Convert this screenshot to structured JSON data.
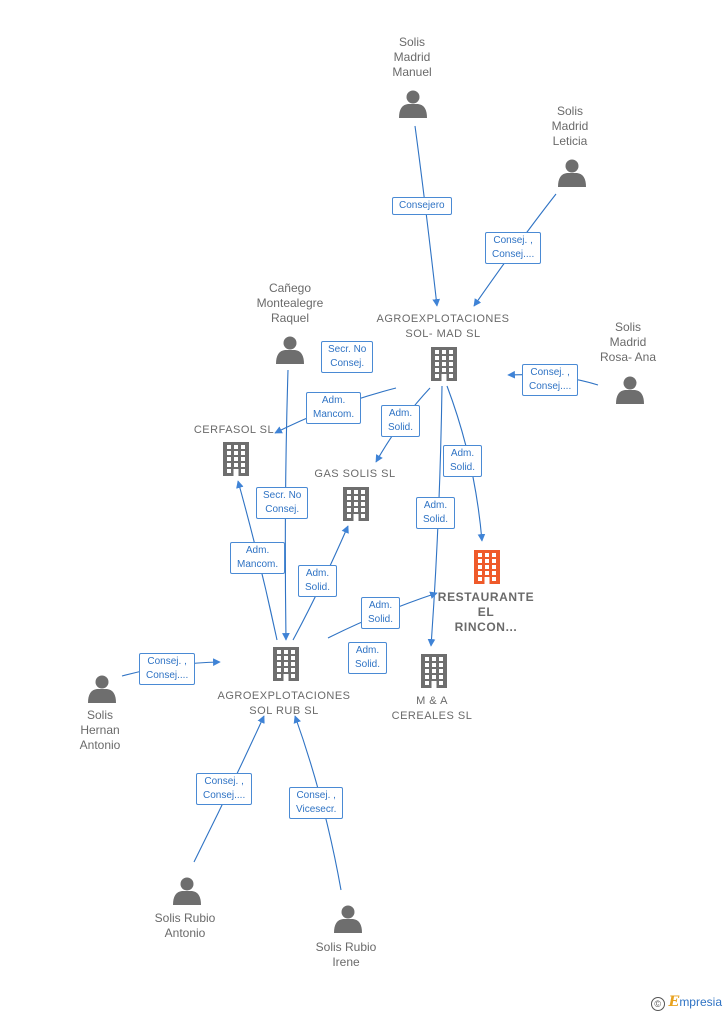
{
  "colors": {
    "edge": "#2f73c4",
    "person": "#6e6e6e",
    "company": "#6e6e6e",
    "focus": "#ef5a2a"
  },
  "nodes": [
    {
      "id": "madrid_manuel",
      "kind": "person",
      "label": "Solis\nMadrid\nManuel"
    },
    {
      "id": "madrid_leticia",
      "kind": "person",
      "label": "Solis\nMadrid\nLeticia"
    },
    {
      "id": "canego",
      "kind": "person",
      "label": "Cañego\nMontealegre\nRaquel"
    },
    {
      "id": "rosa_ana",
      "kind": "person",
      "label": "Solis\nMadrid\nRosa- Ana"
    },
    {
      "id": "hernan",
      "kind": "person",
      "label": "Solis\nHernan\nAntonio"
    },
    {
      "id": "rubio_antonio",
      "kind": "person",
      "label": "Solis Rubio\nAntonio"
    },
    {
      "id": "rubio_irene",
      "kind": "person",
      "label": "Solis Rubio\nIrene"
    },
    {
      "id": "agro_mad",
      "kind": "company",
      "label": "AGROEXPLOTACIONES\nSOL- MAD  SL"
    },
    {
      "id": "cerfasol",
      "kind": "company",
      "label": "CERFASOL SL"
    },
    {
      "id": "gas_solis",
      "kind": "company",
      "label": "GAS SOLIS  SL"
    },
    {
      "id": "restaurante",
      "kind": "focus",
      "label": "RESTAURANTE\nEL\nRINCON..."
    },
    {
      "id": "agro_rub",
      "kind": "company",
      "label": "AGROEXPLOTACIONES\nSOL RUB  SL"
    },
    {
      "id": "mya",
      "kind": "company",
      "label": "M & A\nCEREALES  SL"
    }
  ],
  "edges": [
    {
      "from": "madrid_manuel",
      "to": "agro_mad",
      "label": "Consejero"
    },
    {
      "from": "madrid_leticia",
      "to": "agro_mad",
      "label": "Consej. ,\nConsej...."
    },
    {
      "from": "rosa_ana",
      "to": "agro_mad",
      "label": "Consej. ,\nConsej...."
    },
    {
      "from": "canego",
      "to": "agro_rub",
      "label": "Secr.  No\nConsej."
    },
    {
      "from": "agro_mad",
      "to": "cerfasol",
      "label": "Adm.\nMancom."
    },
    {
      "from": "agro_mad",
      "to": "gas_solis",
      "label": "Adm.\nSolid."
    },
    {
      "from": "agro_mad",
      "to": "restaurante",
      "label": "Adm.\nSolid."
    },
    {
      "from": "agro_mad",
      "to": "mya",
      "label": "Adm.\nSolid."
    },
    {
      "from": "agro_rub",
      "to": "cerfasol",
      "label": "Adm.\nMancom."
    },
    {
      "from": "agro_rub",
      "to": "gas_solis",
      "label": "Adm.\nSolid."
    },
    {
      "from": "agro_rub",
      "to": "restaurante",
      "label": "Adm.\nSolid."
    },
    {
      "from": "agro_rub",
      "to": "mya",
      "label": "Adm.\nSolid."
    },
    {
      "from": "hernan",
      "to": "agro_rub",
      "label": "Consej. ,\nConsej...."
    },
    {
      "from": "rubio_antonio",
      "to": "agro_rub",
      "label": "Consej. ,\nConsej...."
    },
    {
      "from": "rubio_irene",
      "to": "agro_rub",
      "label": "Consej. ,\nVicesecr."
    },
    {
      "from": "canego",
      "to": "agro_mad",
      "label": "Secr.  No\nConsej."
    }
  ],
  "brand": {
    "symbol": "©",
    "initial": "E",
    "rest": "mpresia"
  }
}
